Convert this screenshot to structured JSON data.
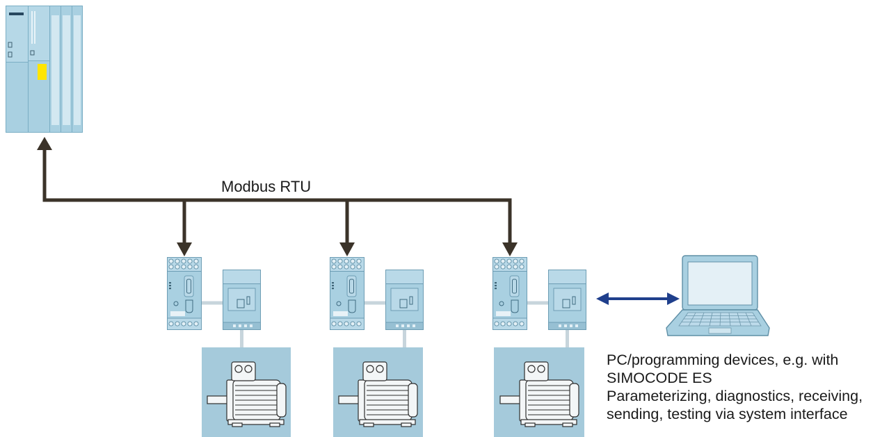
{
  "diagram": {
    "bus_label": "Modbus RTU",
    "pc_caption": [
      "PC/programming devices, e.g. with",
      "SIMOCODE ES",
      "Parameterizing, diagnostics, receiving,",
      "sending, testing via system interface"
    ]
  },
  "icons": {
    "controller": "plc-rack-icon",
    "basic_unit": "simocode-basic-unit-icon",
    "module": "expansion-module-icon",
    "motor": "motor-icon",
    "pc": "laptop-icon"
  },
  "colors": {
    "bus": "#3b3329",
    "device_fill": "#a9d0e1",
    "device_stroke": "#6d9db4",
    "motor_box": "#a5cadb",
    "link_line": "#c7d5dc",
    "pc_arrow": "#1f3f8c",
    "indicator_yellow": "#ffe500",
    "text": "#1a1a1a"
  }
}
